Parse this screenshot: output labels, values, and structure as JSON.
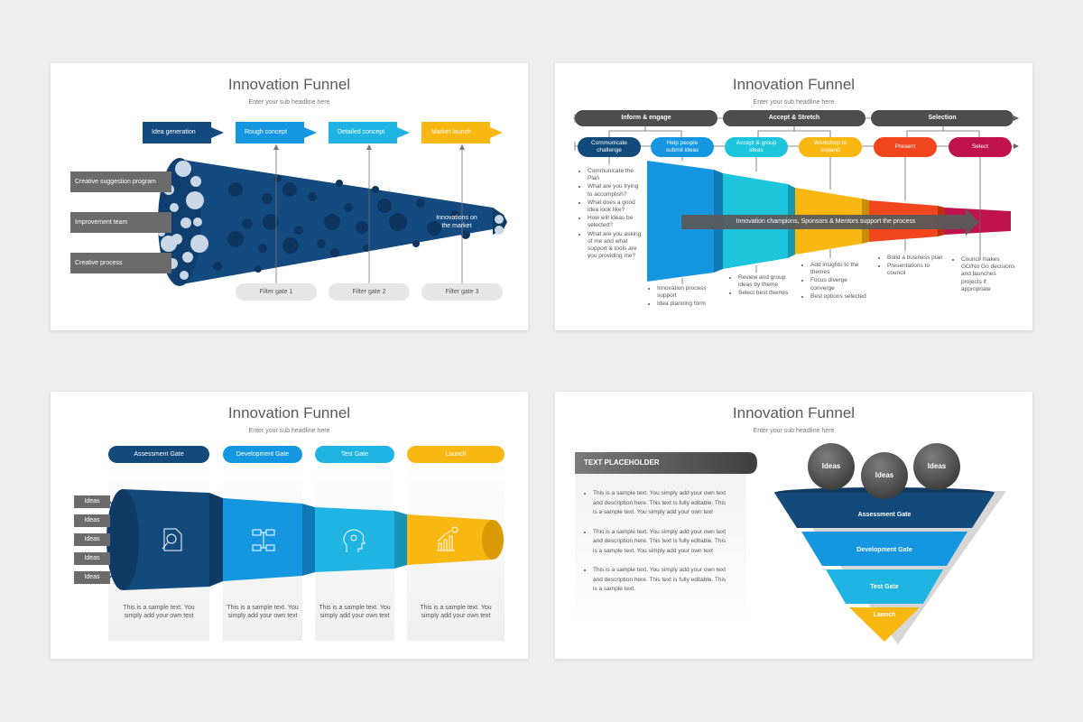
{
  "slide1": {
    "title": "Innovation Funnel",
    "subtitle": "Enter your sub headline here",
    "stages": [
      "Idea generation",
      "Rough concept",
      "Detailed concept",
      "Market launch"
    ],
    "inputs": [
      "Creative suggestion program",
      "Improvement team",
      "Creative process"
    ],
    "output": "Innovations on the market",
    "gates": [
      "Filter gate 1",
      "Filter gate 2",
      "Filter gate 3"
    ],
    "colors": {
      "navy": "#124a7c",
      "blue": "#1497e0",
      "cyan": "#1fb4e2",
      "amber": "#f9b712",
      "grey": "#6b6b6b"
    }
  },
  "slide2": {
    "title": "Innovation Funnel",
    "subtitle": "Enter your sub headline here",
    "phases": [
      "Inform & engage",
      "Accept & Stretch",
      "Selection"
    ],
    "steps": [
      "Communicate challenge",
      "Help people submit ideas",
      "Accept & group ideas",
      "Workshop to expand",
      "Present",
      "Select"
    ],
    "banner": "Innovation champions, Sponsors & Mentors support the process",
    "bullets_challenge": [
      "Communicate the Plan",
      "What are you trying to accomplish?",
      "What does a good idea look like?",
      "How will ideas be selected?",
      "What are you asking of me and what support & tools are you providing me?"
    ],
    "bullets_submit": [
      "Innovation process support",
      "Idea planning form"
    ],
    "bullets_accept": [
      "Review and group ideas by theme",
      "Select best themes"
    ],
    "bullets_workshop": [
      "Add insights to the themes",
      "Focus diverge converge",
      "Best options selected"
    ],
    "bullets_present": [
      "Build a business plan",
      "Presentations to council"
    ],
    "bullets_select": [
      "Council makes GO/No Go decisions and launches projects if appropriate"
    ],
    "colors": {
      "navy": "#124a7c",
      "blue": "#1497e0",
      "cyan": "#1cc4dc",
      "amber": "#f9b712",
      "red": "#f2461e",
      "crimson": "#c0134d"
    }
  },
  "slide3": {
    "title": "Innovation Funnel",
    "subtitle": "Enter your sub headline here",
    "gates": [
      "Assessment Gate",
      "Development Gate",
      "Test Gate",
      "Launch"
    ],
    "ideas": [
      "Ideas",
      "Ideas",
      "Ideas",
      "Ideas",
      "Ideas"
    ],
    "descriptions": [
      "This is a sample text. You simply add your own text",
      "This is a sample text. You simply add your own text",
      "This is a sample text. You simply add your own text",
      "This is a sample text. You simply add your own text"
    ],
    "icons": [
      "document-search-icon",
      "network-icon",
      "head-gear-icon",
      "growth-chart-icon"
    ]
  },
  "slide4": {
    "title": "Innovation Funnel",
    "subtitle": "Enter your sub headline here",
    "placeholder_title": "TEXT PLACEHOLDER",
    "bullets": [
      "This is a sample text. You simply add your own text and description here. This text is fully editable. This is a sample text. You simply add your own text",
      "This is a sample text. You simply add your own text and description here. This text is fully editable. This is a sample text. You simply add your own text",
      "This is a sample text. You simply add your own text and description here. This text is fully editable. This is a sample text."
    ],
    "balls": [
      "Ideas",
      "Ideas",
      "Ideas"
    ],
    "levels": [
      "Assessment Gate",
      "Development Gate",
      "Test Gate",
      "Launch"
    ]
  }
}
